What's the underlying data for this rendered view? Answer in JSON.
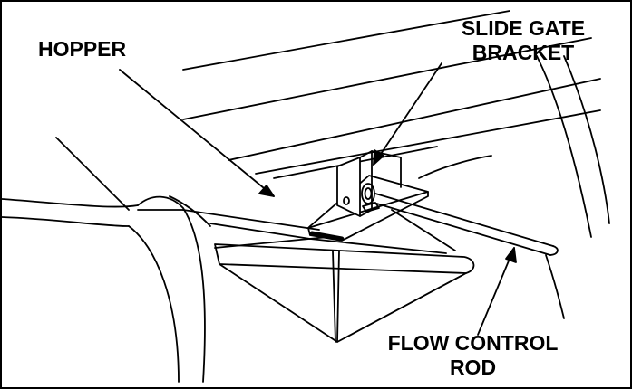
{
  "labels": {
    "hopper": "HOPPER",
    "slide_gate_line1": "SLIDE GATE",
    "slide_gate_line2": "BRACKET",
    "flow_rod_line1": "FLOW CONTROL",
    "flow_rod_line2": "ROD"
  },
  "colors": {
    "ink": "#000000",
    "paper": "#ffffff"
  }
}
